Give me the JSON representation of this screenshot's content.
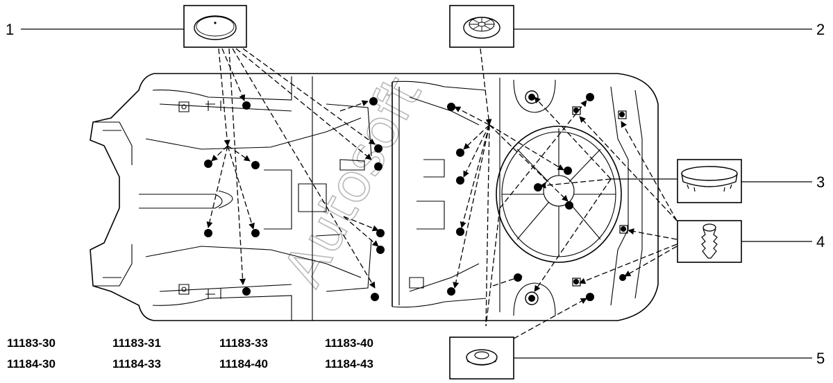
{
  "callouts": {
    "c1": "1",
    "c2": "2",
    "c3": "3",
    "c4": "4",
    "c5": "5"
  },
  "model_codes": {
    "row1": [
      "11183-30",
      "11183-31",
      "11183-33",
      "11183-40"
    ],
    "row2": [
      "11184-30",
      "11184-33",
      "11184-40",
      "11184-43"
    ]
  },
  "watermark": "Autosoft",
  "icons": {
    "part1": "flat-round-plug-icon",
    "part2": "ribbed-grommet-plug-icon",
    "part3": "cap-plug-icon",
    "part4": "christmas-tree-clip-icon",
    "part5": "ring-grommet-icon"
  }
}
